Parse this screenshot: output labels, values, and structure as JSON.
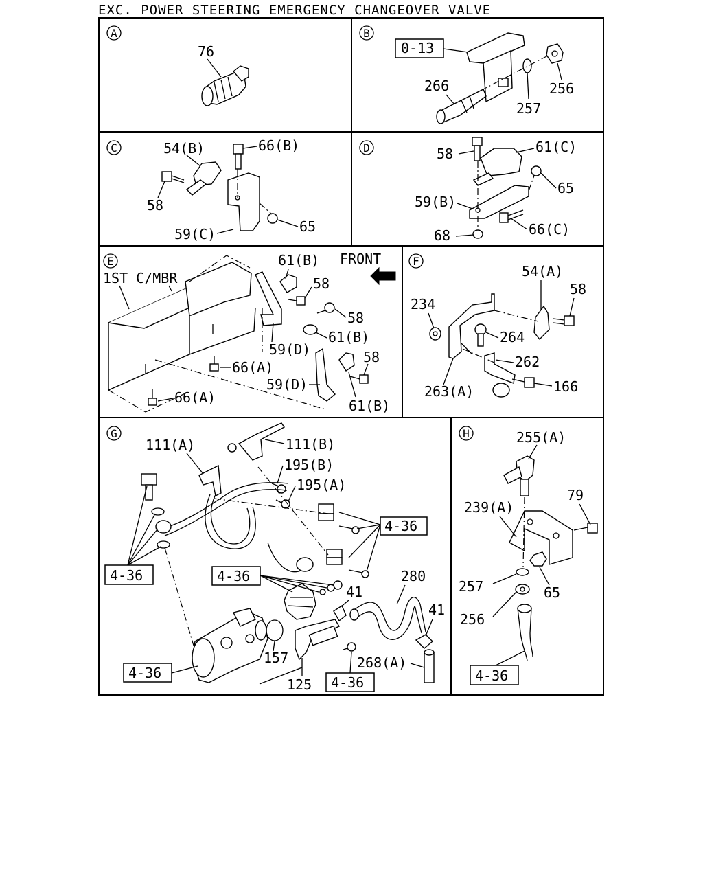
{
  "title": "EXC. POWER STEERING EMERGENCY CHANGEOVER VALVE",
  "panels": {
    "A": {
      "letter": "A",
      "labels": [
        "76"
      ]
    },
    "B": {
      "letter": "B",
      "labels": [
        "0-13",
        "266",
        "257",
        "256"
      ]
    },
    "C": {
      "letter": "C",
      "labels": [
        "54(B)",
        "66(B)",
        "58",
        "65",
        "59(C)"
      ]
    },
    "D": {
      "letter": "D",
      "labels": [
        "58",
        "61(C)",
        "65",
        "59(B)",
        "68",
        "66(C)"
      ]
    },
    "E": {
      "letter": "E",
      "labels": [
        "1ST C/MBR",
        "61(B)",
        "FRONT",
        "58",
        "58",
        "59(D)",
        "61(B)",
        "66(A)",
        "58",
        "59(D)",
        "66(A)",
        "61(B)"
      ]
    },
    "F": {
      "letter": "F",
      "labels": [
        "54(A)",
        "58",
        "234",
        "264",
        "262",
        "263(A)",
        "166"
      ]
    },
    "G": {
      "letter": "G",
      "labels": [
        "111(A)",
        "111(B)",
        "195(B)",
        "195(A)",
        "4-36",
        "4-36",
        "4-36",
        "280",
        "41",
        "41",
        "157",
        "268(A)",
        "4-36",
        "125",
        "4-36"
      ]
    },
    "H": {
      "letter": "H",
      "labels": [
        "255(A)",
        "79",
        "239(A)",
        "257",
        "65",
        "256",
        "4-36"
      ]
    }
  },
  "icons": {
    "front_arrow": "front-direction-arrow",
    "panel_marker": "circled-letter"
  }
}
